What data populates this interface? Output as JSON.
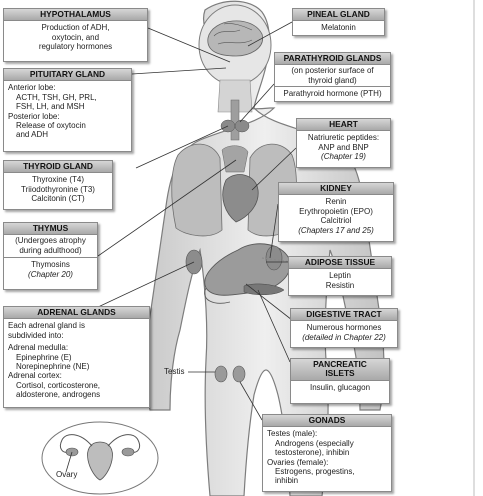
{
  "hypothalamus": {
    "title": "HYPOTHALAMUS",
    "lines": [
      "Production of ADH,",
      "oxytocin, and",
      "regulatory hormones"
    ]
  },
  "pineal": {
    "title": "PINEAL GLAND",
    "lines": [
      "Melatonin"
    ]
  },
  "pituitary": {
    "title": "PITUITARY GLAND",
    "lines": [
      "Anterior lobe:",
      "ACTH, TSH, GH, PRL,",
      "FSH, LH, and MSH",
      "Posterior lobe:",
      "Release of oxytocin",
      "and ADH"
    ]
  },
  "parathyroid": {
    "title": "PARATHYROID GLANDS",
    "subtitle": [
      "(on posterior surface of",
      "thyroid gland)"
    ],
    "lines": [
      "Parathyroid hormone (PTH)"
    ]
  },
  "heart": {
    "title": "HEART",
    "lines": [
      "Natriuretic peptides:",
      "ANP and BNP"
    ],
    "ref": "(Chapter 19)"
  },
  "thyroid": {
    "title": "THYROID GLAND",
    "lines": [
      "Thyroxine (T4)",
      "Triiodothyronine (T3)",
      "Calcitonin (CT)"
    ]
  },
  "kidney": {
    "title": "KIDNEY",
    "lines": [
      "Renin",
      "Erythropoietin (EPO)",
      "Calcitriol"
    ],
    "ref": "(Chapters 17 and 25)"
  },
  "thymus": {
    "title": "THYMUS",
    "lines": [
      "(Undergoes atrophy",
      "during adulthood)"
    ],
    "lines2": [
      "Thymosins"
    ],
    "ref": "(Chapter 20)"
  },
  "adipose": {
    "title": "ADIPOSE TISSUE",
    "lines": [
      "Leptin",
      "Resistin"
    ]
  },
  "adrenal": {
    "title": "ADRENAL GLANDS",
    "lines": [
      "Each adrenal gland is",
      "subdivided into:"
    ],
    "medulla_label": "Adrenal medulla:",
    "medulla": [
      "Epinephrine (E)",
      "Norepinephrine (NE)"
    ],
    "cortex_label": "Adrenal cortex:",
    "cortex": [
      "Cortisol, corticosterone,",
      "aldosterone, androgens"
    ]
  },
  "digestive": {
    "title": "DIGESTIVE TRACT",
    "lines": [
      "Numerous hormones"
    ],
    "ref": "(detailed in Chapter 22)"
  },
  "pancreatic": {
    "title": [
      "PANCREATIC",
      "ISLETS"
    ],
    "lines": [
      "Insulin, glucagon"
    ]
  },
  "gonads": {
    "title": "GONADS",
    "lines": [
      "Testes (male):",
      "Androgens (especially",
      "testosterone), inhibin",
      "Ovaries (female):",
      "Estrogens, progestins,",
      "inhibin"
    ]
  },
  "labels": {
    "testis": "Testis",
    "ovary": "Ovary"
  }
}
